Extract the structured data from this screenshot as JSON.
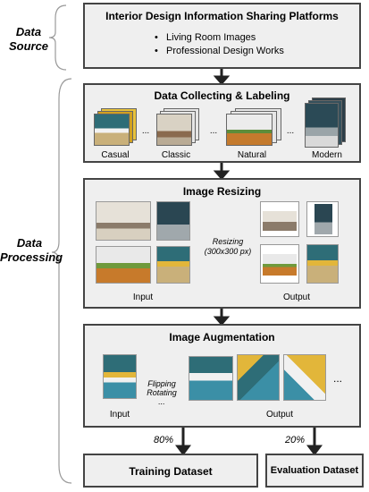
{
  "source_label": [
    "Data",
    "Source"
  ],
  "processing_label": [
    "Data",
    "Processing"
  ],
  "platforms": {
    "title": "Interior Design Information Sharing Platforms",
    "bullets": [
      "Living Room Images",
      "Professional Design Works"
    ]
  },
  "collecting": {
    "title": "Data Collecting & Labeling",
    "categories": [
      "Casual",
      "Classic",
      "Natural",
      "Modern"
    ],
    "ellipsis": "..."
  },
  "resizing": {
    "title": "Image Resizing",
    "step_label": [
      "Resizing",
      "(300x300 px)"
    ],
    "input_label": "Input",
    "output_label": "Output"
  },
  "augmentation": {
    "title": "Image Augmentation",
    "step_label": [
      "Flipping",
      "Rotating",
      "..."
    ],
    "input_label": "Input",
    "output_label": "Output",
    "ellipsis": "..."
  },
  "split": {
    "train_pct": "80%",
    "eval_pct": "20%",
    "train_label": "Training Dataset",
    "eval_label": "Evaluation Dataset"
  }
}
